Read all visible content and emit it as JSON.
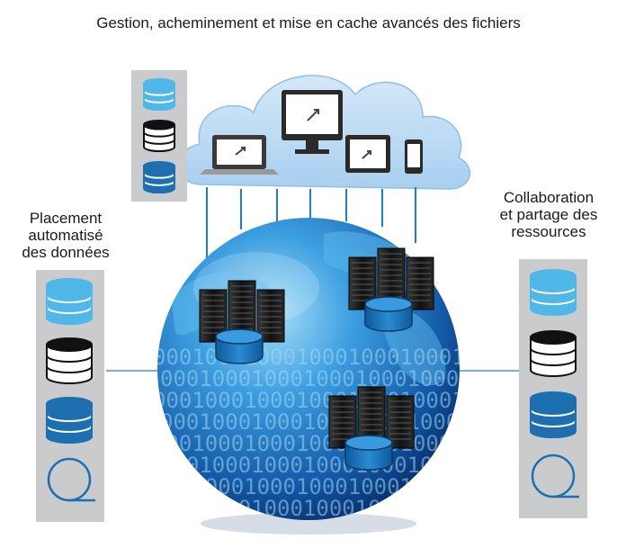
{
  "diagram": {
    "title": "Gestion, acheminement et mise en cache avancés des fichiers",
    "left_label": "Placement\nautomatisé\ndes données",
    "right_label": "Collaboration\net partage des\nressources",
    "globe_binary_text": "0001000100010001000100010",
    "palette": {
      "tier_light": "#4fb8e8",
      "tier_black": "#111111",
      "tier_mid": "#1e6fb0",
      "panel": "#c9cbcd",
      "cloud": "#b9d8f2",
      "globe_dark": "#0a3f8a",
      "globe_light": "#6cc6f3",
      "server": "#1a1a1a",
      "storage": "#1d7fc2"
    },
    "icons": {
      "left_stack": [
        "database-light-icon",
        "database-black-icon",
        "database-blue-icon",
        "tape-icon"
      ],
      "right_stack": [
        "database-light-icon",
        "database-black-icon",
        "database-blue-icon",
        "tape-icon"
      ],
      "cloud_stack": [
        "database-light-icon",
        "database-black-icon",
        "database-blue-icon"
      ],
      "devices": [
        "laptop-icon",
        "monitor-icon",
        "tablet-icon",
        "phone-icon"
      ]
    }
  }
}
